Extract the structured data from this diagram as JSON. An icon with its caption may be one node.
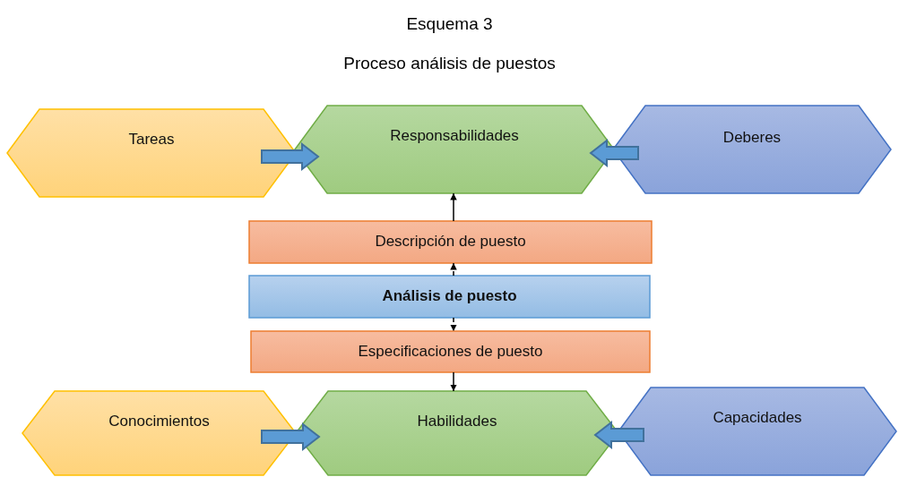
{
  "diagram": {
    "title": "Esquema 3",
    "caption": "Proceso análisis de puestos",
    "nodes": [
      {
        "text": [
          "Tareas"
        ]
      },
      {
        "text": [
          "Responsabilidades"
        ]
      },
      {
        "text": [
          "Deberes"
        ]
      },
      {
        "text": [
          "Descripción de puesto"
        ]
      },
      {
        "text": [
          "Análisis de puesto"
        ]
      },
      {
        "text": [
          "Especificaciones de puesto"
        ]
      },
      {
        "text": [
          "Conocimientos"
        ]
      },
      {
        "text": [
          "Habilidades"
        ]
      },
      {
        "text": [
          "Capacidades"
        ]
      }
    ],
    "edges": [
      {
        "from": 0,
        "to": 1,
        "arrow": "to",
        "style": "thick"
      },
      {
        "from": 2,
        "to": 1,
        "arrow": "to",
        "style": "thick"
      },
      {
        "from": 3,
        "to": 1,
        "arrow": "to"
      },
      {
        "from": 4,
        "to": 3,
        "arrow": "to",
        "style": "dashed"
      },
      {
        "from": 4,
        "to": 5,
        "arrow": "to",
        "style": "dashed"
      },
      {
        "from": 5,
        "to": 7,
        "arrow": "to"
      },
      {
        "from": 6,
        "to": 7,
        "arrow": "to",
        "style": "thick"
      },
      {
        "from": 8,
        "to": 7,
        "arrow": "to",
        "style": "thick"
      }
    ]
  }
}
